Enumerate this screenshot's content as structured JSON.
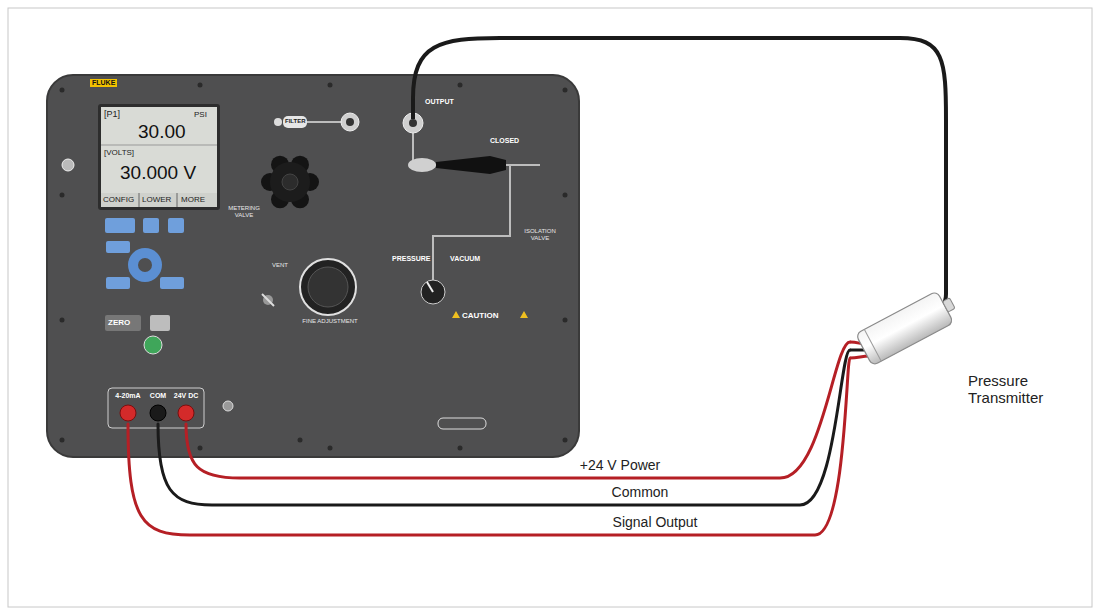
{
  "diagram": {
    "nodes": [
      {
        "text": [
          "4-20mA"
        ]
      },
      {
        "text": [
          "COM"
        ]
      },
      {
        "text": [
          "24V DC"
        ]
      },
      {
        "text": [
          "OUTPUT"
        ]
      },
      {
        "text": [
          "Pressure Transmitter"
        ]
      }
    ],
    "edges": [
      {
        "from": 2,
        "to": 4,
        "label": "+24 V Power",
        "arrow": "none"
      },
      {
        "from": 1,
        "to": 4,
        "label": "Common",
        "arrow": "none"
      },
      {
        "from": 0,
        "to": 4,
        "label": "Signal Output",
        "arrow": "none"
      },
      {
        "from": 3,
        "to": 4,
        "arrow": "none"
      }
    ],
    "labels": [
      "FLUKE",
      "[P1]",
      "PSI",
      "30.00",
      "[VOLTS]",
      "30.000 V",
      "CONFIG",
      "LOWER",
      "MORE",
      "ZERO",
      "FILTER",
      "METERING VALVE",
      "VENT",
      "FINE ADJUSTMENT",
      "PRESSURE",
      "VACUUM",
      "CAUTION",
      "CLOSED",
      "ISOLATION VALVE"
    ]
  }
}
